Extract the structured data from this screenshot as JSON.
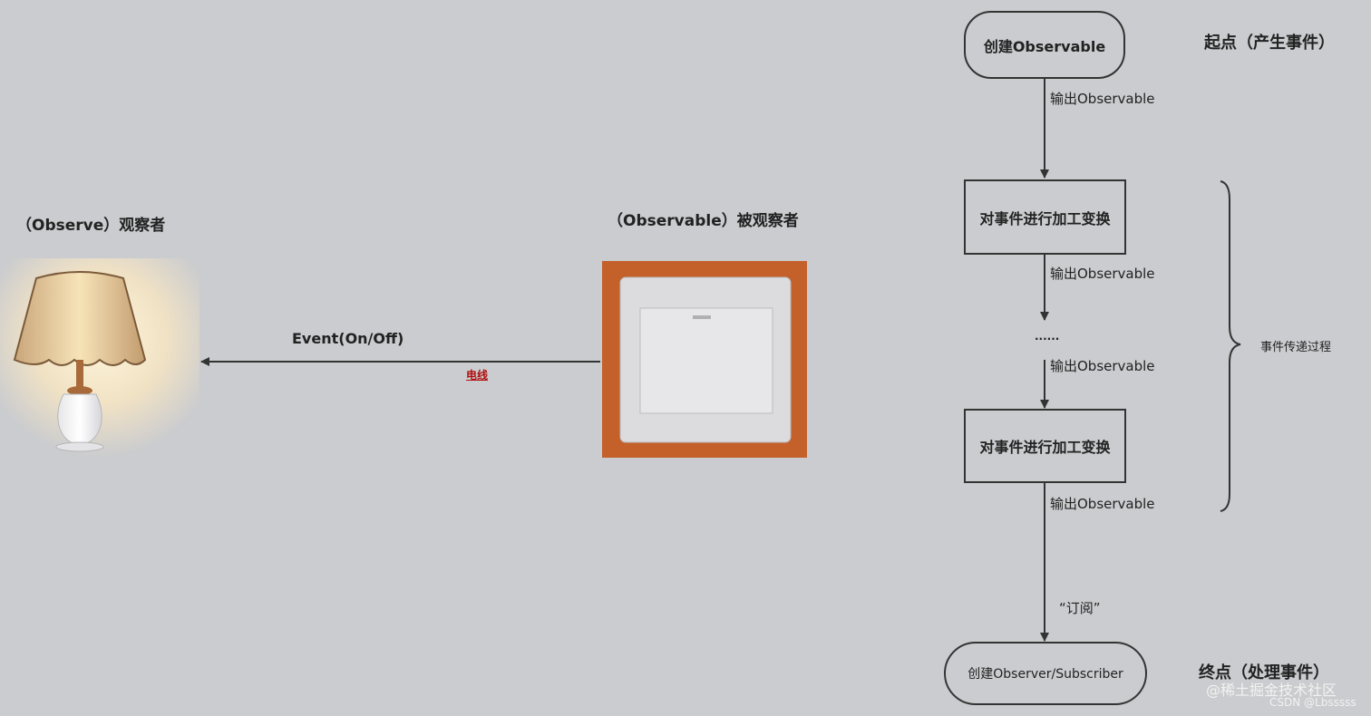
{
  "left": {
    "observer_label": "（Observe）观察者",
    "observable_label": "（Observable）被观察者",
    "event_label": "Event(On/Off)",
    "wire_label": "电线"
  },
  "flow": {
    "start_node": "创建Observable",
    "start_side": "起点（产生事件）",
    "output_1": "输出Observable",
    "transform_1": "对事件进行加工变换",
    "output_2": "输出Observable",
    "ellipsis": "......",
    "output_3": "输出Observable",
    "transform_2": "对事件进行加工变换",
    "output_4": "输出Observable",
    "subscribe_label": "“订阅”",
    "end_node": "创建Observer/Subscriber",
    "end_side": "终点（处理事件）",
    "brace_label": "事件传递过程"
  },
  "watermark": {
    "site": "@稀土掘金技术社区",
    "csdn": "CSDN @Lbsssss"
  },
  "colors": {
    "background": "#cbcccf",
    "wall_orange": "#c8622a",
    "wire_label": "#b01010"
  },
  "icons": {
    "lamp": "table-lamp-illustration",
    "switch": "wall-light-switch-photo"
  }
}
